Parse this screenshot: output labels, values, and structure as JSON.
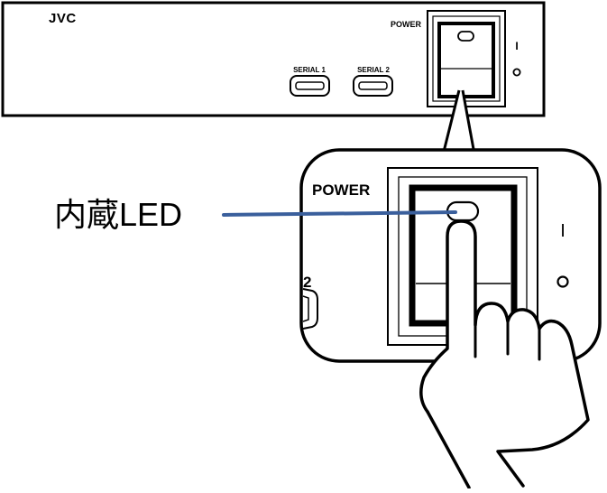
{
  "device": {
    "brand": "JVC",
    "power_label": "POWER",
    "serial_1_label": "SERIAL 1",
    "serial_2_label": "SERIAL 2",
    "on_symbol": "I",
    "off_symbol": "O"
  },
  "zoom": {
    "power_label": "POWER",
    "on_symbol": "I",
    "off_symbol": "O",
    "partial_port_label": "2"
  },
  "callout": {
    "label": "内蔵LED",
    "line_color": "#3a5f9c"
  },
  "colors": {
    "outline": "#000000",
    "background": "#ffffff",
    "led_line": "#3a5f9c"
  }
}
